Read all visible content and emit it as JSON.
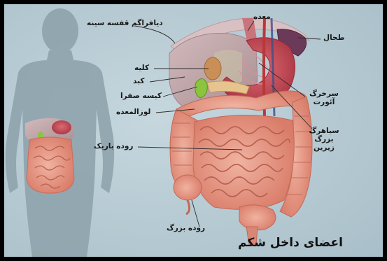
{
  "title": "اعضای داخل شکم",
  "labels": {
    "diaphragm": "دیافراگم قفسه سینه",
    "stomach": "معده",
    "spleen": "طحال",
    "kidney": "کلیه",
    "liver": "کبد",
    "gallbladder": "کیسه صفرا",
    "pancreas": "لوزالمعده",
    "small_intestine": "روده باریک",
    "large_intestine": "روده بزرگ",
    "aorta_line1": "سرخرگ",
    "aorta_line2": "آئورت",
    "vena_line1": "سیاهرگ",
    "vena_line2": "بزرگ",
    "vena_line3": "زیرین"
  },
  "colors": {
    "background": "#b7ccd5",
    "silhouette": "#8fa3ad",
    "intestine": "#e79a86",
    "liver": "#bfa2a6",
    "stomach": "#c94a55",
    "gallbladder": "#8bc53f",
    "spleen": "#6b3a58"
  }
}
